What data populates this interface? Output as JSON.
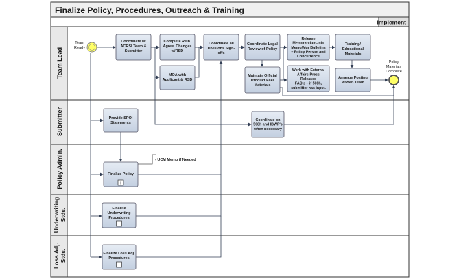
{
  "title": "Finalize Policy, Procedures, Outreach & Training",
  "phase": "Implement",
  "lanes": [
    {
      "id": "team-lead",
      "label": "Team Lead"
    },
    {
      "id": "submitter",
      "label": "Submitter"
    },
    {
      "id": "policy-admin",
      "label": "Policy Admin."
    },
    {
      "id": "underwriting",
      "label": "Underwriting Stds."
    },
    {
      "id": "loss-adj",
      "label": "Loss Adj. Stds."
    }
  ],
  "events": {
    "start": "Team Ready",
    "end": "Policy Materials Complete"
  },
  "tasks": {
    "coordinate_acrsi": "Coordinate w/ ACRSI Team & Submitter",
    "complete_reins": "Complete Rein. Agree. Changes w/RSD",
    "moa": "MOA with Applicant & RSD",
    "coordinate_divisions": "Coordinate all Divisions Sign-offs",
    "coordinate_legal": "Coordinate Legal Review of Policy",
    "maintain_official": "Maintain Official Product File/ Materials",
    "release_memo": "Release Memorandum-Info Memo/Mgr Bulletins – Policy Person and Concurrence",
    "work_external": "Work with External Affairs-Press Releases FAQ's – if 508h, submitter has input.",
    "training": "Training/ Educational Materials",
    "arrange_posting": "Arrange Posting w/Web Team",
    "provide_spoi": "Provide SPOI Statements",
    "coordinate_508h": "Coordinate on 508h and IBWP's when necessary",
    "finalize_policy": "Finalize Policy",
    "finalize_underwriting": "Finalize Underwriting Procedures",
    "finalize_loss": "Finalize Loss Adj. Procedures"
  },
  "annotation": "- UCM Memo if Needed",
  "colors": {
    "task_fill": "#cfd8e6",
    "lane_header": "#e8e8e8",
    "start_fill": "#ffff66",
    "flow": "#333f55"
  }
}
